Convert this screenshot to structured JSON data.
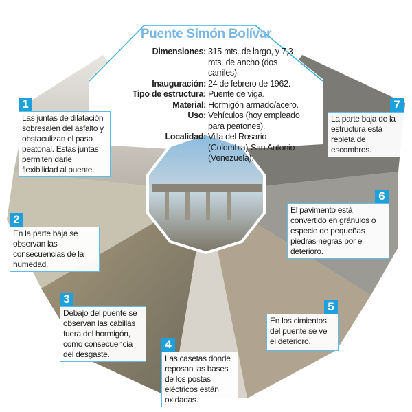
{
  "title": "Puente Simón Bolívar",
  "specs": [
    {
      "k": "Dimensiones:",
      "v": "315 mts. de largo, y 7,3 mts. de ancho (dos carriles)."
    },
    {
      "k": "Inauguración:",
      "v": "24 de febrero de 1962."
    },
    {
      "k": "Tipo de estructura:",
      "v": "Puente de viga."
    },
    {
      "k": "Material:",
      "v": "Hormigón armado/acero."
    },
    {
      "k": "Uso:",
      "v": "Vehículos (hoy empleado para peatones)."
    },
    {
      "k": "Localidad:",
      "v": "Villa del Rosario (Colombia)-San Antonio (Venezuela)."
    }
  ],
  "notes": [
    {
      "n": "1",
      "text": "Las juntas de dilatación sobresalen del asfalto y obstaculizan el paso peatonal. Estas juntas permiten darle flexibilidad al puente."
    },
    {
      "n": "2",
      "text": "En la parte baja se observan las consecuencias de la humedad."
    },
    {
      "n": "3",
      "text": "Debajo del puente se observan las cabillas fuera del hormigón, como consecuencia del desgaste."
    },
    {
      "n": "4",
      "text": "Las casetas donde reposan las bases de los postas eléctricos están oxidadas."
    },
    {
      "n": "5",
      "text": "En los cimientos del puente se ve el deterioro."
    },
    {
      "n": "6",
      "text": "El pavimento está convertido en gránulos o especie de pequeñas piedras negras por el deterioro."
    },
    {
      "n": "7",
      "text": "La parte baja de la estructura está repleta de escombros."
    }
  ],
  "colors": {
    "accent": "#1ea0dc",
    "title": "#7ab8e4"
  }
}
